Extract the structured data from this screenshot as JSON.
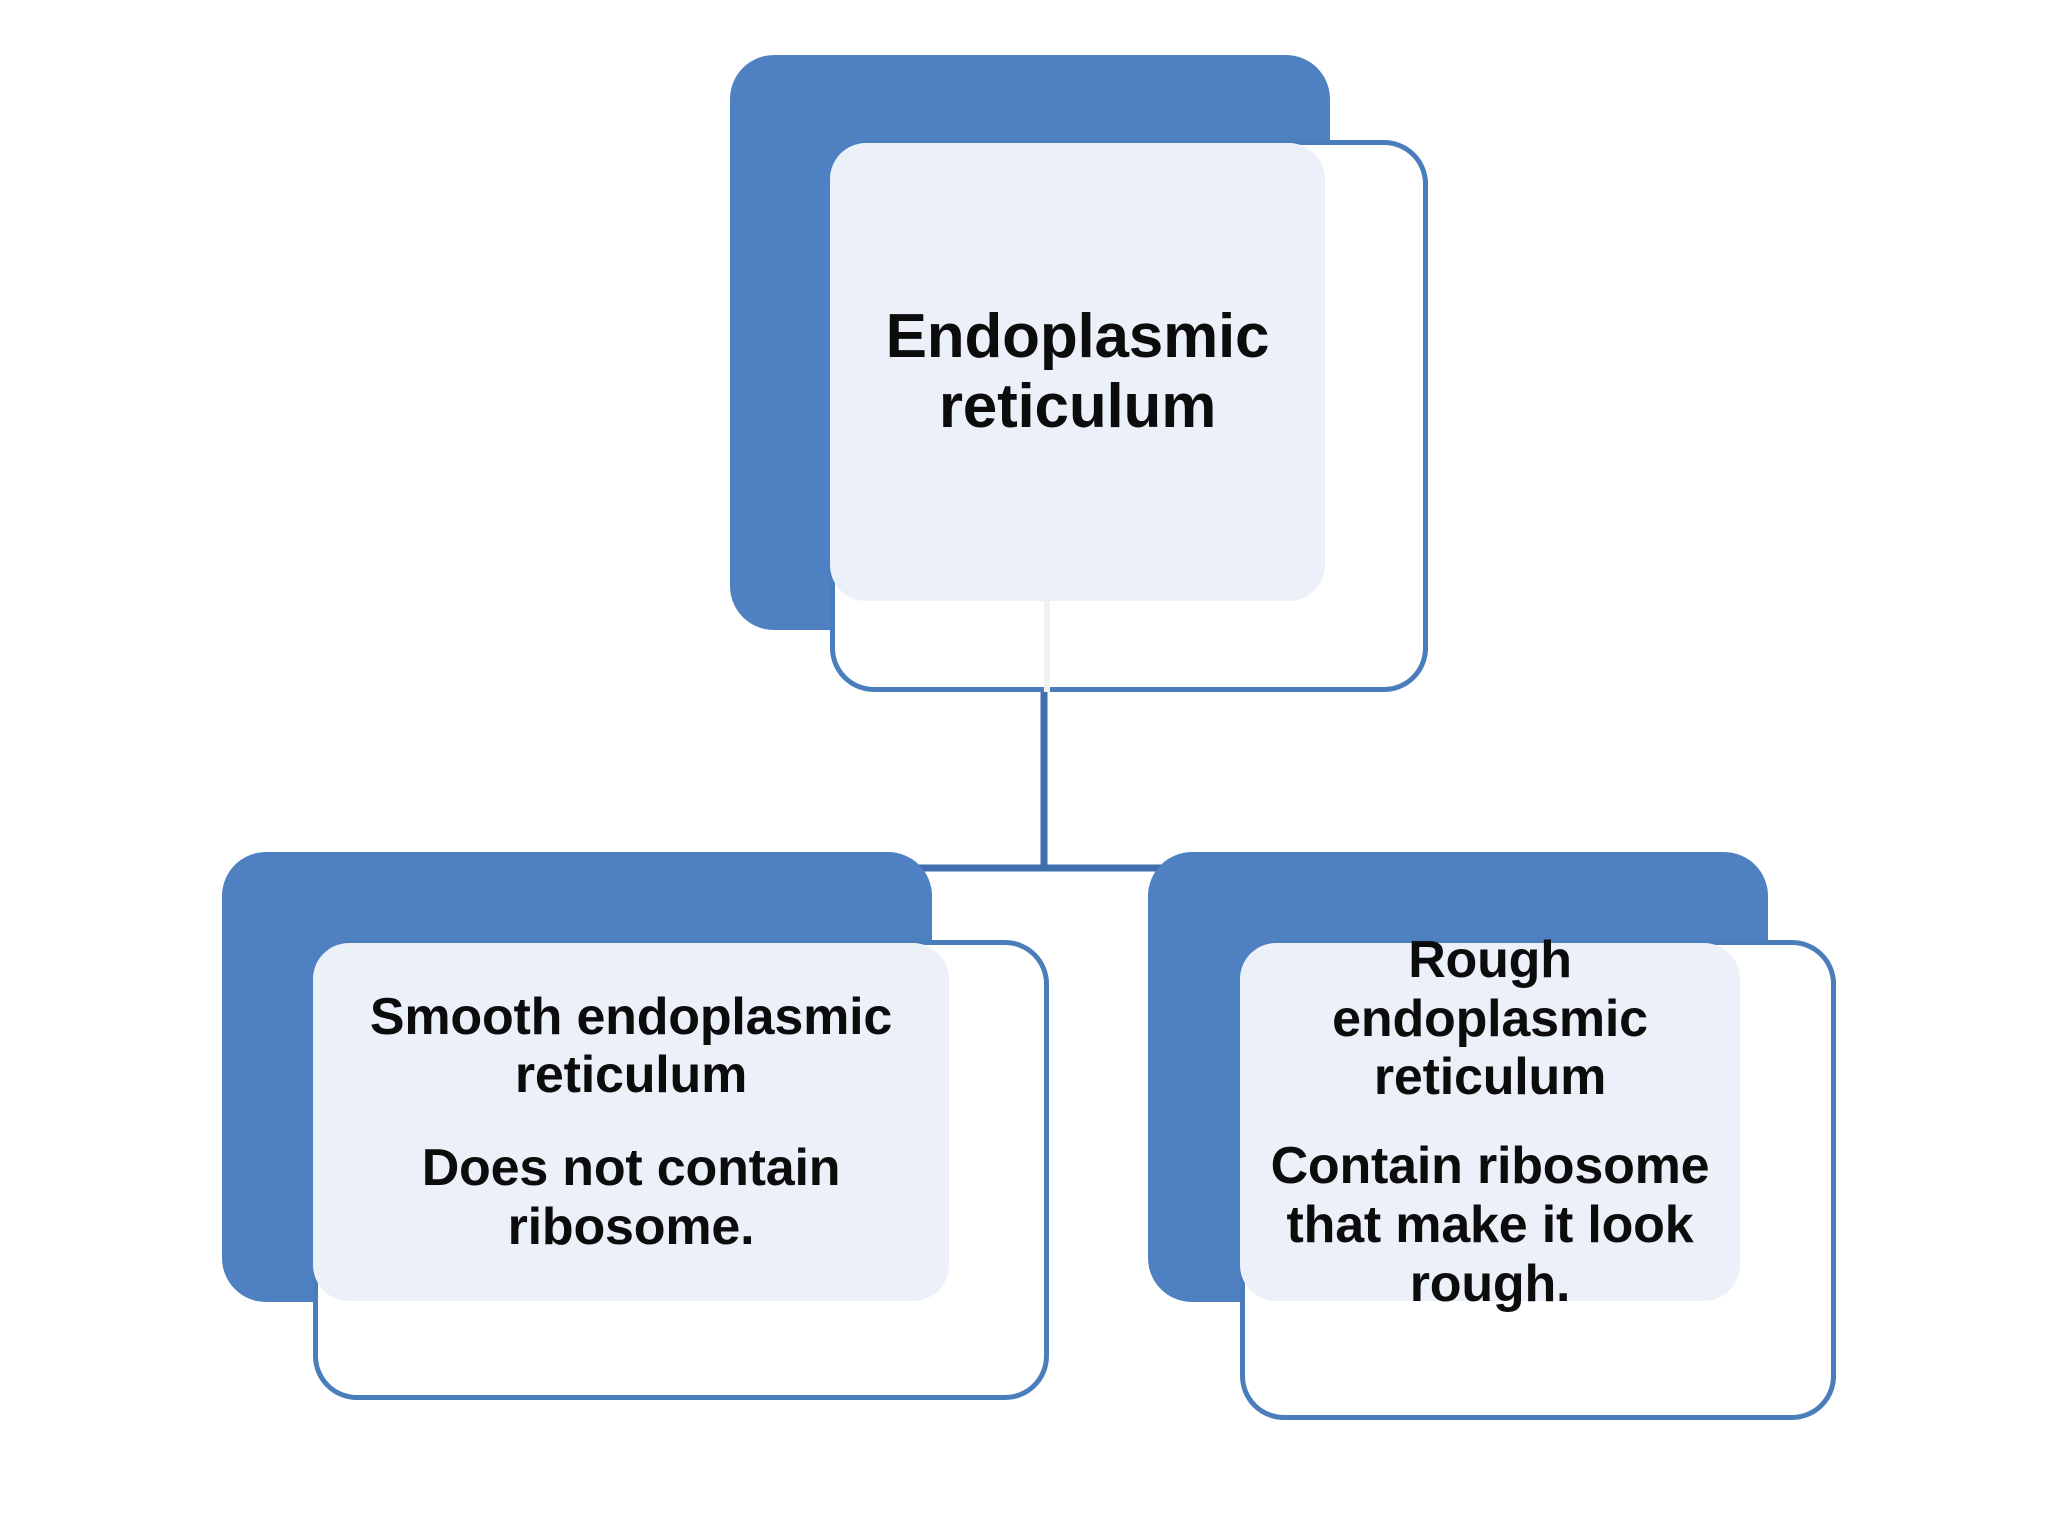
{
  "diagram": {
    "type": "hierarchy-tree",
    "title_text": "Endoplasmic reticulum",
    "colors": {
      "plate_blue": "#4F81C2",
      "card_border_blue": "#4A7EBB",
      "panel_fill": "#EBF0F9",
      "connector_line": "#3F6FAE",
      "text": "#0C0C0C",
      "background": "#FFFFFF"
    },
    "nodes": {
      "root": {
        "id": "endoplasmic-reticulum",
        "label": "Endoplasmic reticulum",
        "lines": [
          "Endoplasmic",
          "reticulum"
        ]
      },
      "children": [
        {
          "id": "smooth-endoplasmic-reticulum",
          "heading": "Smooth endoplasmic reticulum",
          "body": "Does not contain ribosome."
        },
        {
          "id": "rough-endoplasmic-reticulum",
          "heading": "Rough endoplasmic reticulum",
          "body": "Contain ribosome that make it look rough."
        }
      ]
    },
    "connectors": [
      {
        "name": "root-stem",
        "from": "root",
        "to": "bus"
      },
      {
        "name": "bus-horizontal",
        "from": "bus",
        "to": "bus"
      },
      {
        "name": "left-drop",
        "from": "bus",
        "to": "smooth-endoplasmic-reticulum"
      },
      {
        "name": "right-drop",
        "from": "bus",
        "to": "rough-endoplasmic-reticulum"
      }
    ]
  }
}
